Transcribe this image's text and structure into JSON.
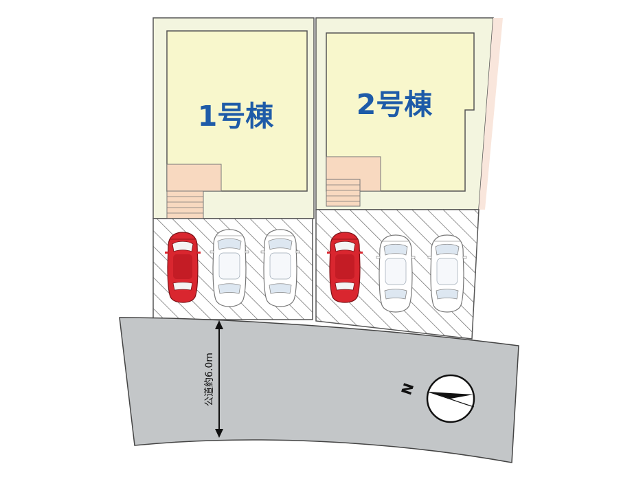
{
  "lots": [
    {
      "label": "1号棟"
    },
    {
      "label": "2号棟"
    }
  ],
  "road": {
    "width_label": "公道約6.0m"
  },
  "compass": {
    "north_label": "N",
    "icon": "compass-north-icon"
  },
  "colors": {
    "lot_ground": "#f3f5df",
    "house": "#f8f7cc",
    "stairs": "#f8d9c0",
    "lot_border": "#555555",
    "parking_hatch": "#777777",
    "road": "#c3c6c8",
    "label": "#1e5ba8",
    "car_red": "#d9262f",
    "car_white": "#ffffff"
  },
  "cars": [
    {
      "lot": 1,
      "color": "red"
    },
    {
      "lot": 1,
      "color": "white"
    },
    {
      "lot": 1,
      "color": "white"
    },
    {
      "lot": 2,
      "color": "red"
    },
    {
      "lot": 2,
      "color": "white"
    },
    {
      "lot": 2,
      "color": "white"
    }
  ]
}
